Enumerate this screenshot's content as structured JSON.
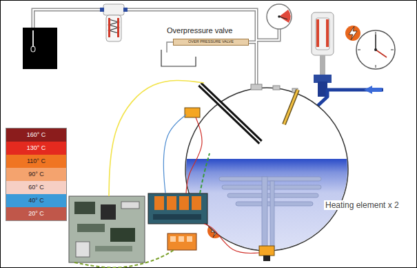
{
  "diagram": {
    "nodes": [
      {
        "text": [
          "OVER PRESSURE VALVE"
        ]
      }
    ],
    "labels": [
      "Overpressure valve",
      "Heating element x 2"
    ],
    "legend": [
      {
        "text": "160° C",
        "color": "#8b1c1c"
      },
      {
        "text": "130° C",
        "color": "#e42a1f"
      },
      {
        "text": "110° C",
        "color": "#f07522"
      },
      {
        "text": "90° C",
        "color": "#f4a36e"
      },
      {
        "text": "60° C",
        "color": "#f6cfc4"
      },
      {
        "text": "40° C",
        "color": "#3b9bd9"
      },
      {
        "text": "20° C",
        "color": "#c0574a"
      }
    ]
  }
}
